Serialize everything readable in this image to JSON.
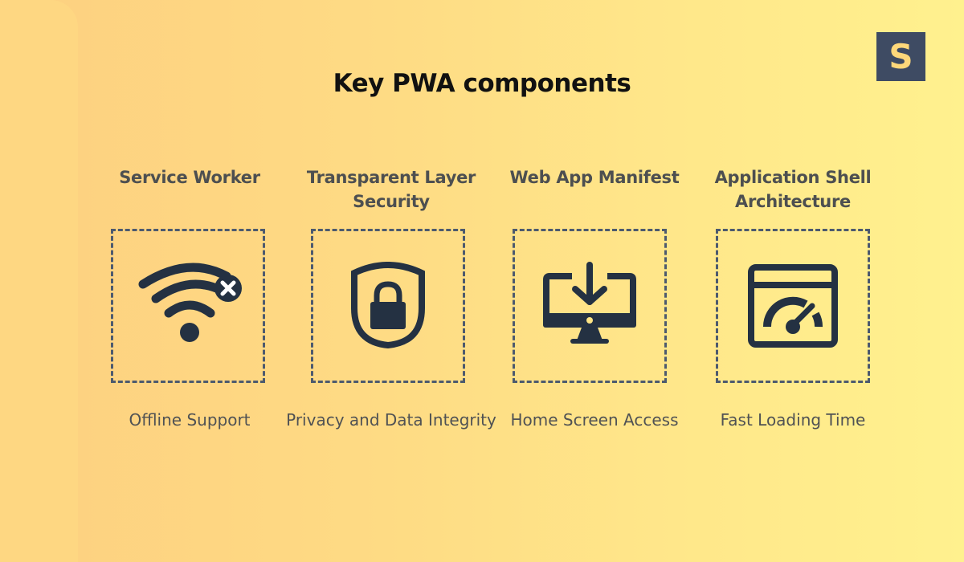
{
  "title": "Key PWA components",
  "logo": {
    "letter": "S",
    "bg": "#3e4b63",
    "fg": "#fed87a"
  },
  "colors": {
    "icon": "#243142",
    "dash_border": "#4d5a6e",
    "heading_text": "#4d4f50",
    "body_text": "#505254"
  },
  "components": [
    {
      "heading": "Service Worker",
      "icon": "wifi-off-icon",
      "description": "Offline Support"
    },
    {
      "heading": "Transparent Layer Security",
      "icon": "shield-lock-icon",
      "description": "Privacy and Data Integrity"
    },
    {
      "heading": "Web App Manifest",
      "icon": "monitor-download-icon",
      "description": "Home Screen Access"
    },
    {
      "heading": "Application Shell Architecture",
      "icon": "browser-speedometer-icon",
      "description": "Fast Loading Time"
    }
  ]
}
